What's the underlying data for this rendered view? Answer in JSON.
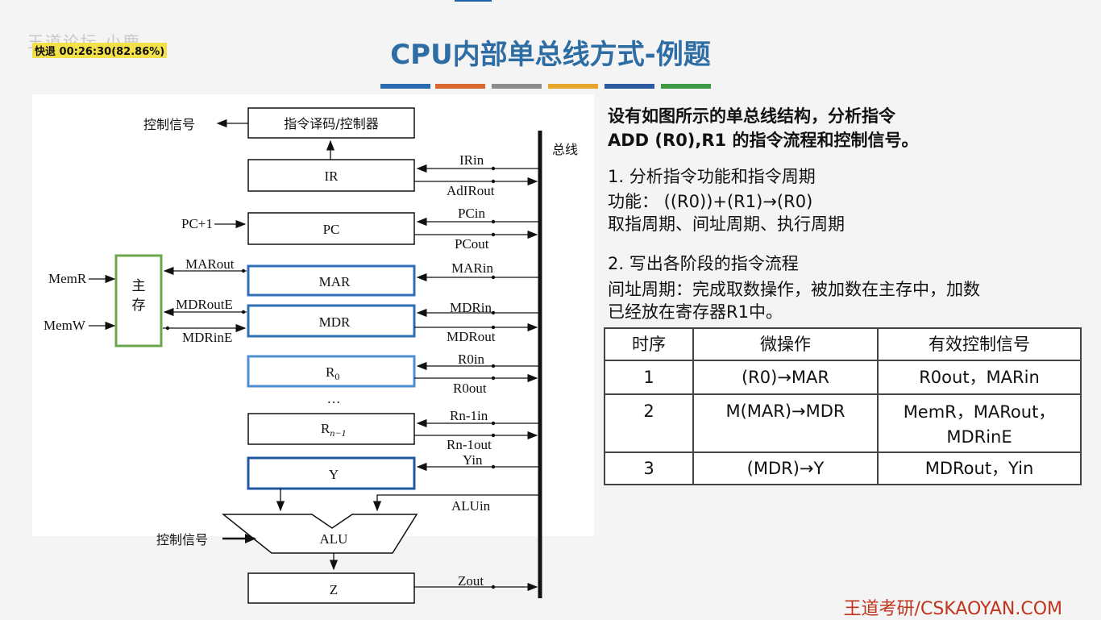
{
  "overlay": {
    "watermark": "王道论坛 小鹿",
    "playback": "快退 00:26:30(82.86%)"
  },
  "title": "CPU内部单总线方式-例题",
  "color_bars": [
    "#2b6cb0",
    "#d9692d",
    "#8c8c8c",
    "#e6a62b",
    "#2c5aa0",
    "#3f9a45"
  ],
  "diagram": {
    "ctrl_signal_top": "控制信号",
    "decoder": "指令译码/控制器",
    "bus": "总线",
    "ir": "IR",
    "irin": "IRin",
    "adirout": "AdIRout",
    "pc_plus": "PC+1",
    "pc": "PC",
    "pcin": "PCin",
    "pcout": "PCout",
    "memr": "MemR",
    "memw": "MemW",
    "mem_line1": "主",
    "mem_line2": "存",
    "marout": "MARout",
    "mar": "MAR",
    "marin": "MARin",
    "mdroute": "MDRoutE",
    "mdrine": "MDRinE",
    "mdr": "MDR",
    "mdrin": "MDRin",
    "mdrout": "MDRout",
    "r0_main": "R",
    "r0_sub": "0",
    "r0in": "R0in",
    "r0out": "R0out",
    "dots": "…",
    "rn_main": "R",
    "rn_sub": "n−1",
    "rnin": "Rn-1in",
    "rnout": "Rn-1out",
    "y": "Y",
    "yin": "Yin",
    "aluin": "ALUin",
    "ctrl_signal_alu": "控制信号",
    "alu": "ALU",
    "z": "Z",
    "zout": "Zout"
  },
  "problem": {
    "line1": "设有如图所示的单总线结构，分析指令",
    "line2": "ADD (R0),R1 的指令流程和控制信号。",
    "step1": "1.  分析指令功能和指令周期",
    "function": "功能：  ((R0))+(R1)→(R0)",
    "cycles": "取指周期、间址周期、执行周期",
    "step2": "2.  写出各阶段的指令流程",
    "indirect1": "间址周期：完成取数操作，被加数在主存中，加数",
    "indirect2": "已经放在寄存器R1中。"
  },
  "table": {
    "headers": [
      "时序",
      "微操作",
      "有效控制信号"
    ],
    "rows": [
      {
        "seq": "1",
        "op": "(R0)→MAR",
        "sig1": "R0out，MARin",
        "sig2": ""
      },
      {
        "seq": "2",
        "op": "M(MAR)→MDR",
        "sig1": "MemR，MARout，",
        "sig2": "MDRinE"
      },
      {
        "seq": "3",
        "op": "(MDR)→Y",
        "sig1": "MDRout，Yin",
        "sig2": ""
      }
    ]
  },
  "footer": "王道考研/CSKAOYAN.COM"
}
